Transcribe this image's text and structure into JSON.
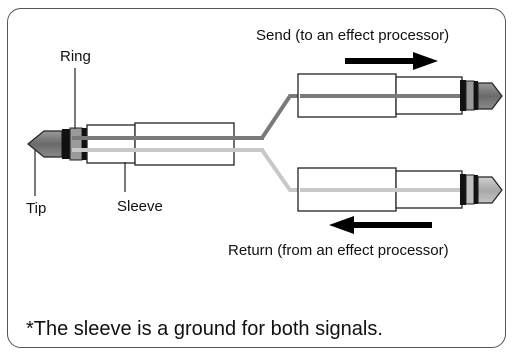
{
  "labels": {
    "ring": "Ring",
    "tip": "Tip",
    "sleeve": "Sleeve",
    "send": "Send (to an effect processor)",
    "return": "Return (from an effect processor)"
  },
  "footnote": "*The sleeve is a ground for both signals.",
  "colors": {
    "send_cable": "#7a7a7a",
    "return_cable": "#c8c8c8",
    "arrow": "#000000",
    "frame": "#555555"
  },
  "icons": {
    "send_direction": "arrow-right-icon",
    "return_direction": "arrow-left-icon"
  }
}
